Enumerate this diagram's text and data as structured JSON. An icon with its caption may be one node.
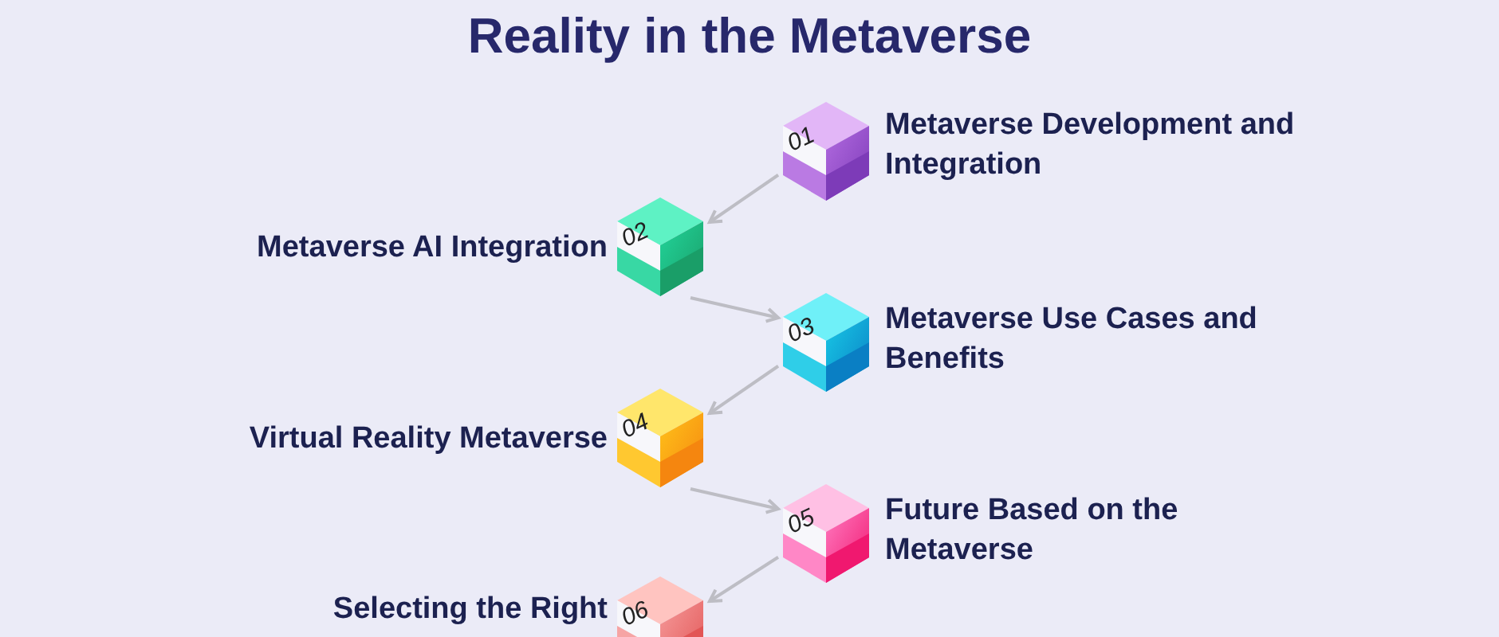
{
  "diagram": {
    "title": "Reality in the Metaverse",
    "nodes": [
      {
        "text": [
          "01"
        ],
        "beside": [
          "Metaverse Development and Integration"
        ]
      },
      {
        "text": [
          "02"
        ],
        "beside": [
          "Metaverse AI Integration"
        ]
      },
      {
        "text": [
          "03"
        ],
        "beside": [
          "Metaverse Use Cases and Benefits"
        ]
      },
      {
        "text": [
          "04"
        ],
        "beside": [
          "Virtual Reality Metaverse"
        ]
      },
      {
        "text": [
          "05"
        ],
        "beside": [
          "Future Based on the Metaverse"
        ]
      },
      {
        "text": [
          "06"
        ],
        "beside": [
          "Selecting the Right"
        ]
      }
    ],
    "edges": [
      {
        "from": 0,
        "to": 1,
        "arrow": "to"
      },
      {
        "from": 1,
        "to": 2,
        "arrow": "to"
      },
      {
        "from": 2,
        "to": 3,
        "arrow": "to"
      },
      {
        "from": 3,
        "to": 4,
        "arrow": "to"
      },
      {
        "from": 4,
        "to": 5,
        "arrow": "to"
      }
    ]
  }
}
